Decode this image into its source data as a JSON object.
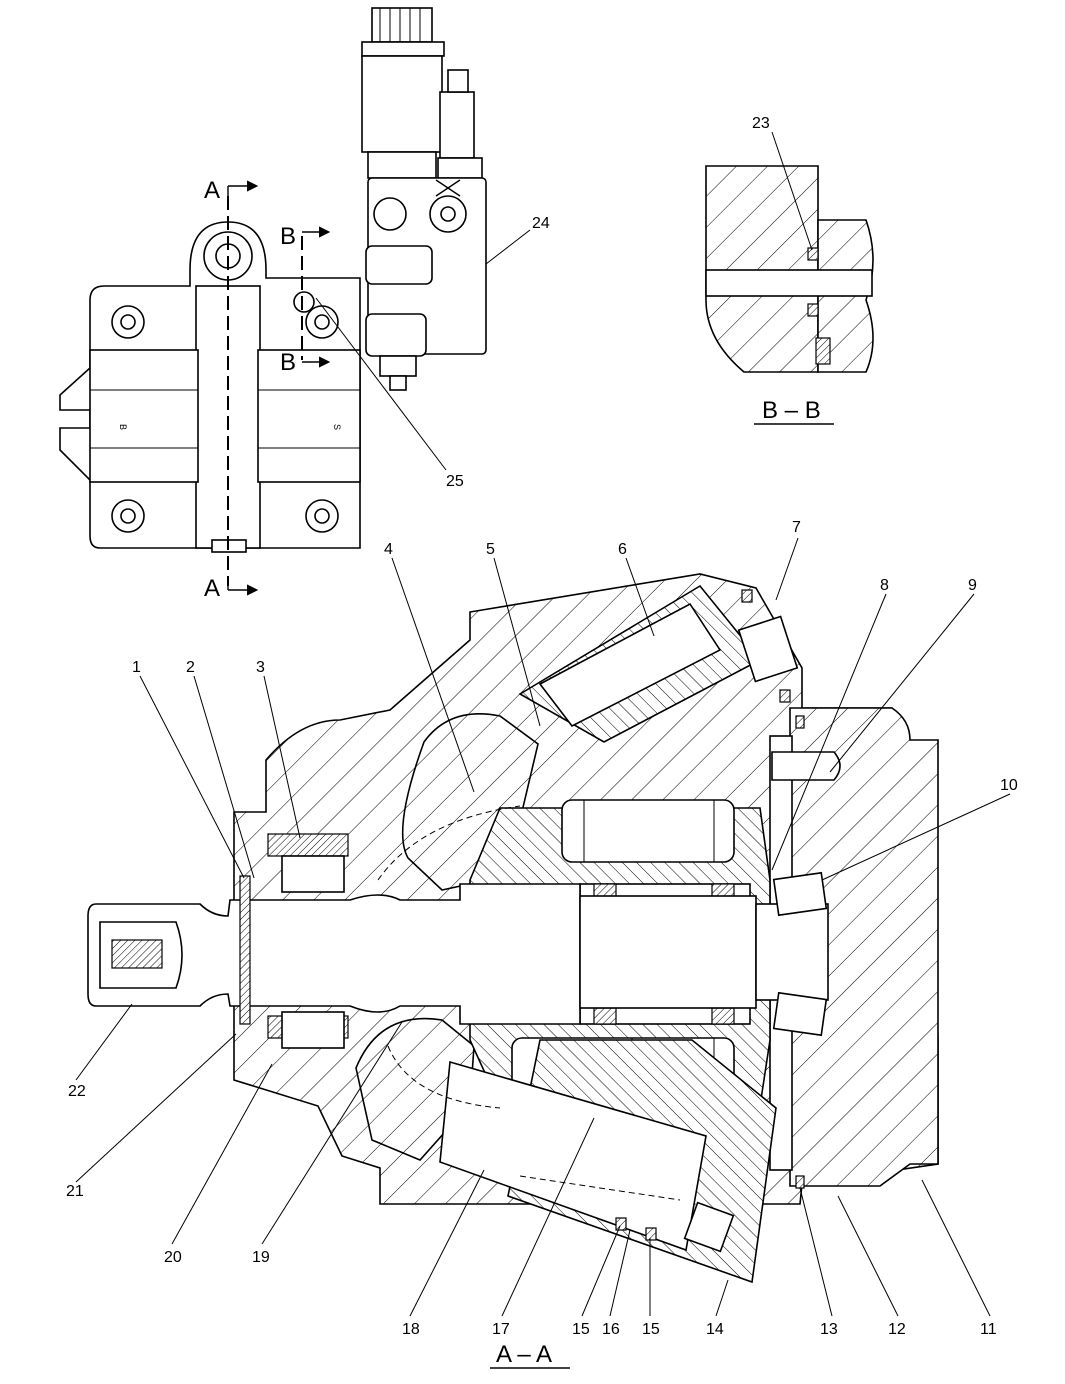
{
  "views": {
    "top_view": {
      "section_marks": {
        "a_top": "A",
        "a_bottom": "A",
        "b_top": "B",
        "b_bottom": "B"
      },
      "port_labels": {
        "left": "B",
        "right": "S"
      }
    },
    "section_bb": {
      "title": "B – B"
    },
    "section_aa": {
      "title": "A – A"
    }
  },
  "callouts": {
    "c1": "1",
    "c2": "2",
    "c3": "3",
    "c4": "4",
    "c5": "5",
    "c6": "6",
    "c7": "7",
    "c8": "8",
    "c9": "9",
    "c10": "10",
    "c11": "11",
    "c12": "12",
    "c13": "13",
    "c14": "14",
    "c15a": "15",
    "c15b": "15",
    "c16": "16",
    "c17": "17",
    "c18": "18",
    "c19": "19",
    "c20": "20",
    "c21": "21",
    "c22": "22",
    "c23": "23",
    "c24": "24",
    "c25": "25"
  }
}
